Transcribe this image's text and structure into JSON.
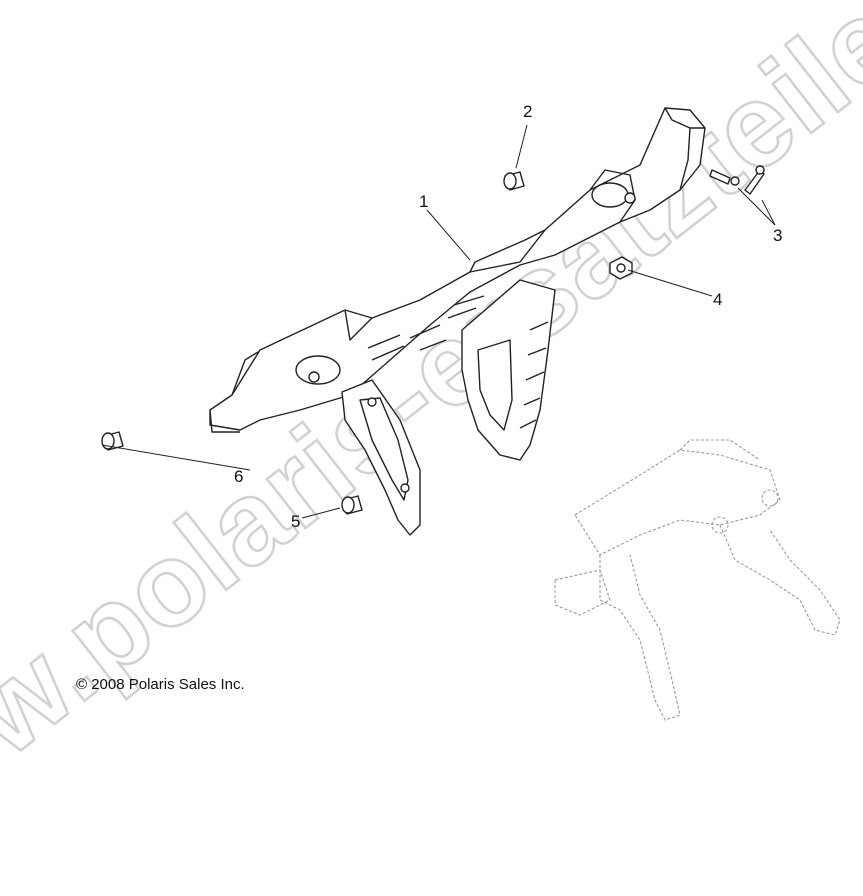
{
  "callouts": [
    {
      "id": "1",
      "label": "1"
    },
    {
      "id": "2",
      "label": "2"
    },
    {
      "id": "3",
      "label": "3"
    },
    {
      "id": "4",
      "label": "4"
    },
    {
      "id": "5",
      "label": "5"
    },
    {
      "id": "6",
      "label": "6"
    }
  ],
  "copyright": "© 2008 Polaris Sales Inc.",
  "watermark": "www.polaris-ersatzteile.de",
  "colors": {
    "line": "#222222",
    "ghost": "#9a9a9a",
    "watermark": "#c9c9c9"
  }
}
